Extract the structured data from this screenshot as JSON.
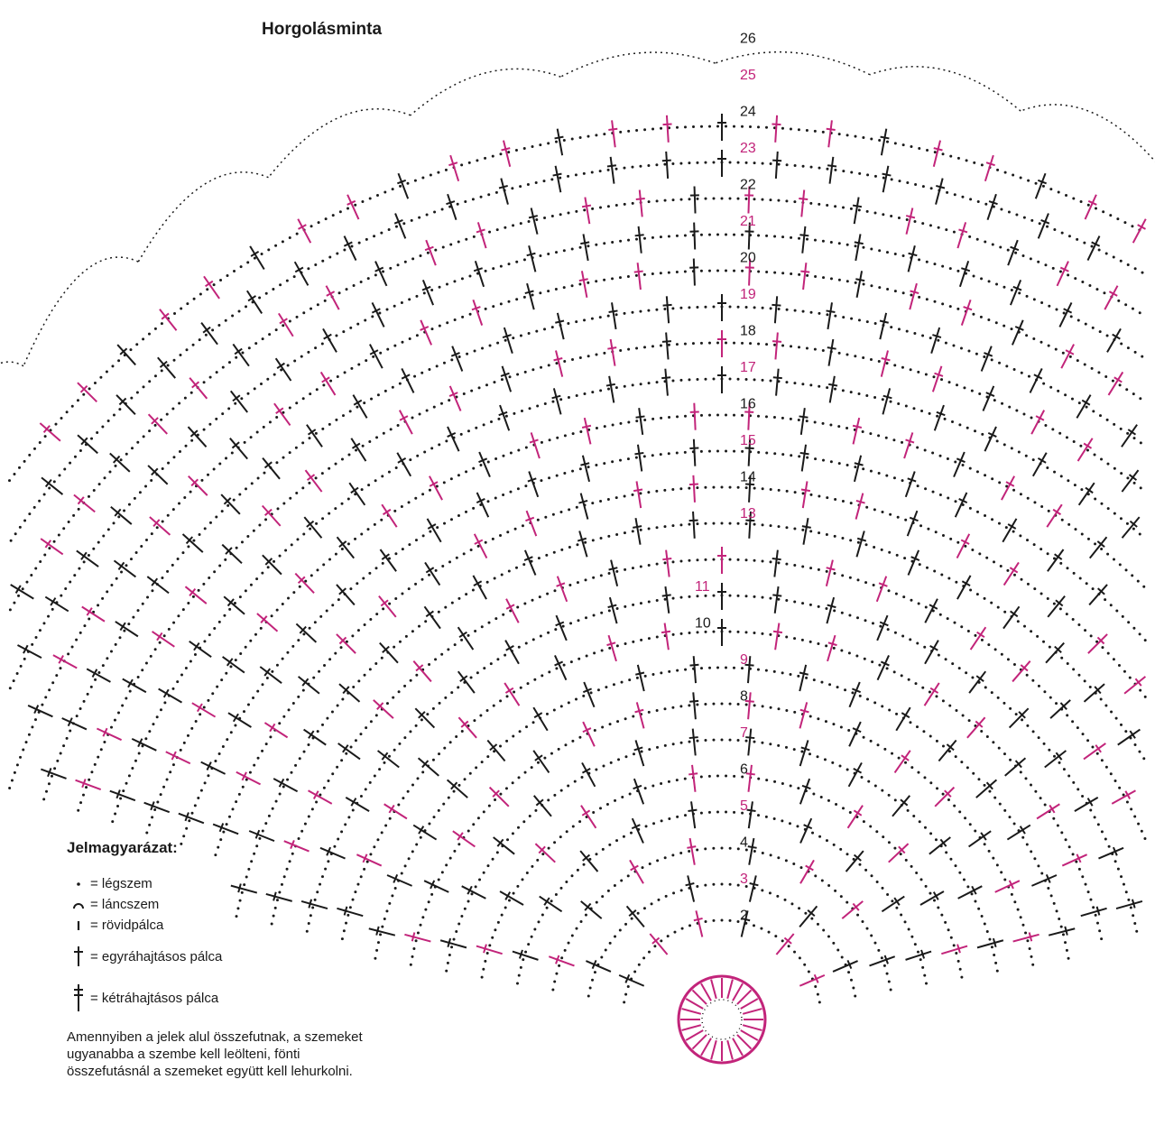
{
  "title": "Horgolásminta",
  "legend": {
    "title": "Jelmagyarázat:",
    "items": [
      {
        "symbol": "chain-dot",
        "label": "= légszem"
      },
      {
        "symbol": "slip-stitch-arc",
        "label": "= láncszem"
      },
      {
        "symbol": "single-crochet-bar",
        "label": "= rövidpálca"
      },
      {
        "symbol": "double-crochet-cross",
        "label": "= egyráhajtásos pálca"
      },
      {
        "symbol": "treble-crochet-cross",
        "label": "= kétráhajtásos pálca"
      }
    ]
  },
  "note": "Amennyiben a jelek alul összefutnak, a szemeket ugyanabba a szembe kell leölteni, fönti összefutásnál a szemeket együtt kell lehurkolni.",
  "row_labels": [
    "2",
    "3",
    "4",
    "5",
    "6",
    "7",
    "8",
    "9",
    "10",
    "11",
    "13",
    "14",
    "15",
    "16",
    "17",
    "18",
    "19",
    "20",
    "21",
    "22",
    "23",
    "24",
    "25",
    "26"
  ],
  "colors": {
    "pink": "#c2247a",
    "black": "#1a1a1a",
    "pink_label": "#c2247a"
  }
}
